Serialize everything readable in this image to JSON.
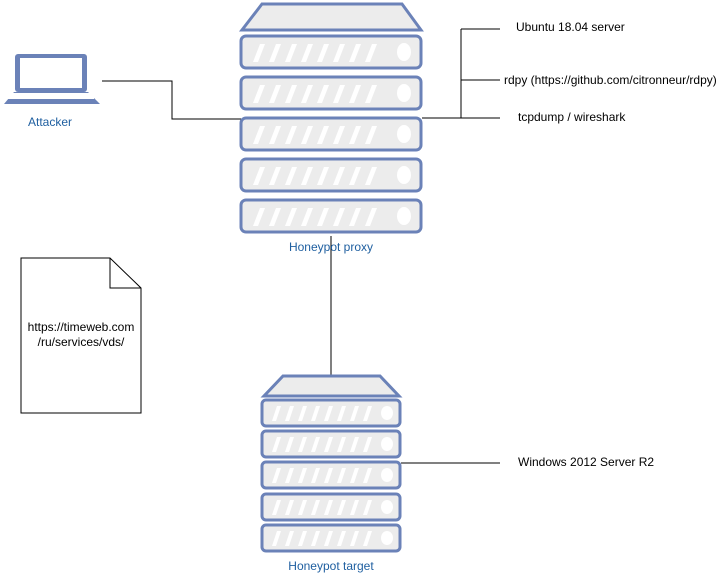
{
  "nodes": {
    "attacker": {
      "label": "Attacker"
    },
    "proxy": {
      "label": "Honeypot proxy"
    },
    "target": {
      "label": "Honeypot target"
    }
  },
  "note": {
    "lines": [
      "https://timeweb.com",
      "/ru/services/vds/"
    ]
  },
  "annotations": {
    "proxy": [
      "Ubuntu 18.04 server",
      "rdpy (https://github.com/citronneur/rdpy)",
      "tcpdump / wireshark"
    ],
    "target": [
      "Windows 2012 Server R2"
    ]
  },
  "colors": {
    "server_fill": "#ececec",
    "server_stroke": "#6b82b8",
    "label": "#1f5fa0",
    "line": "#000000"
  }
}
